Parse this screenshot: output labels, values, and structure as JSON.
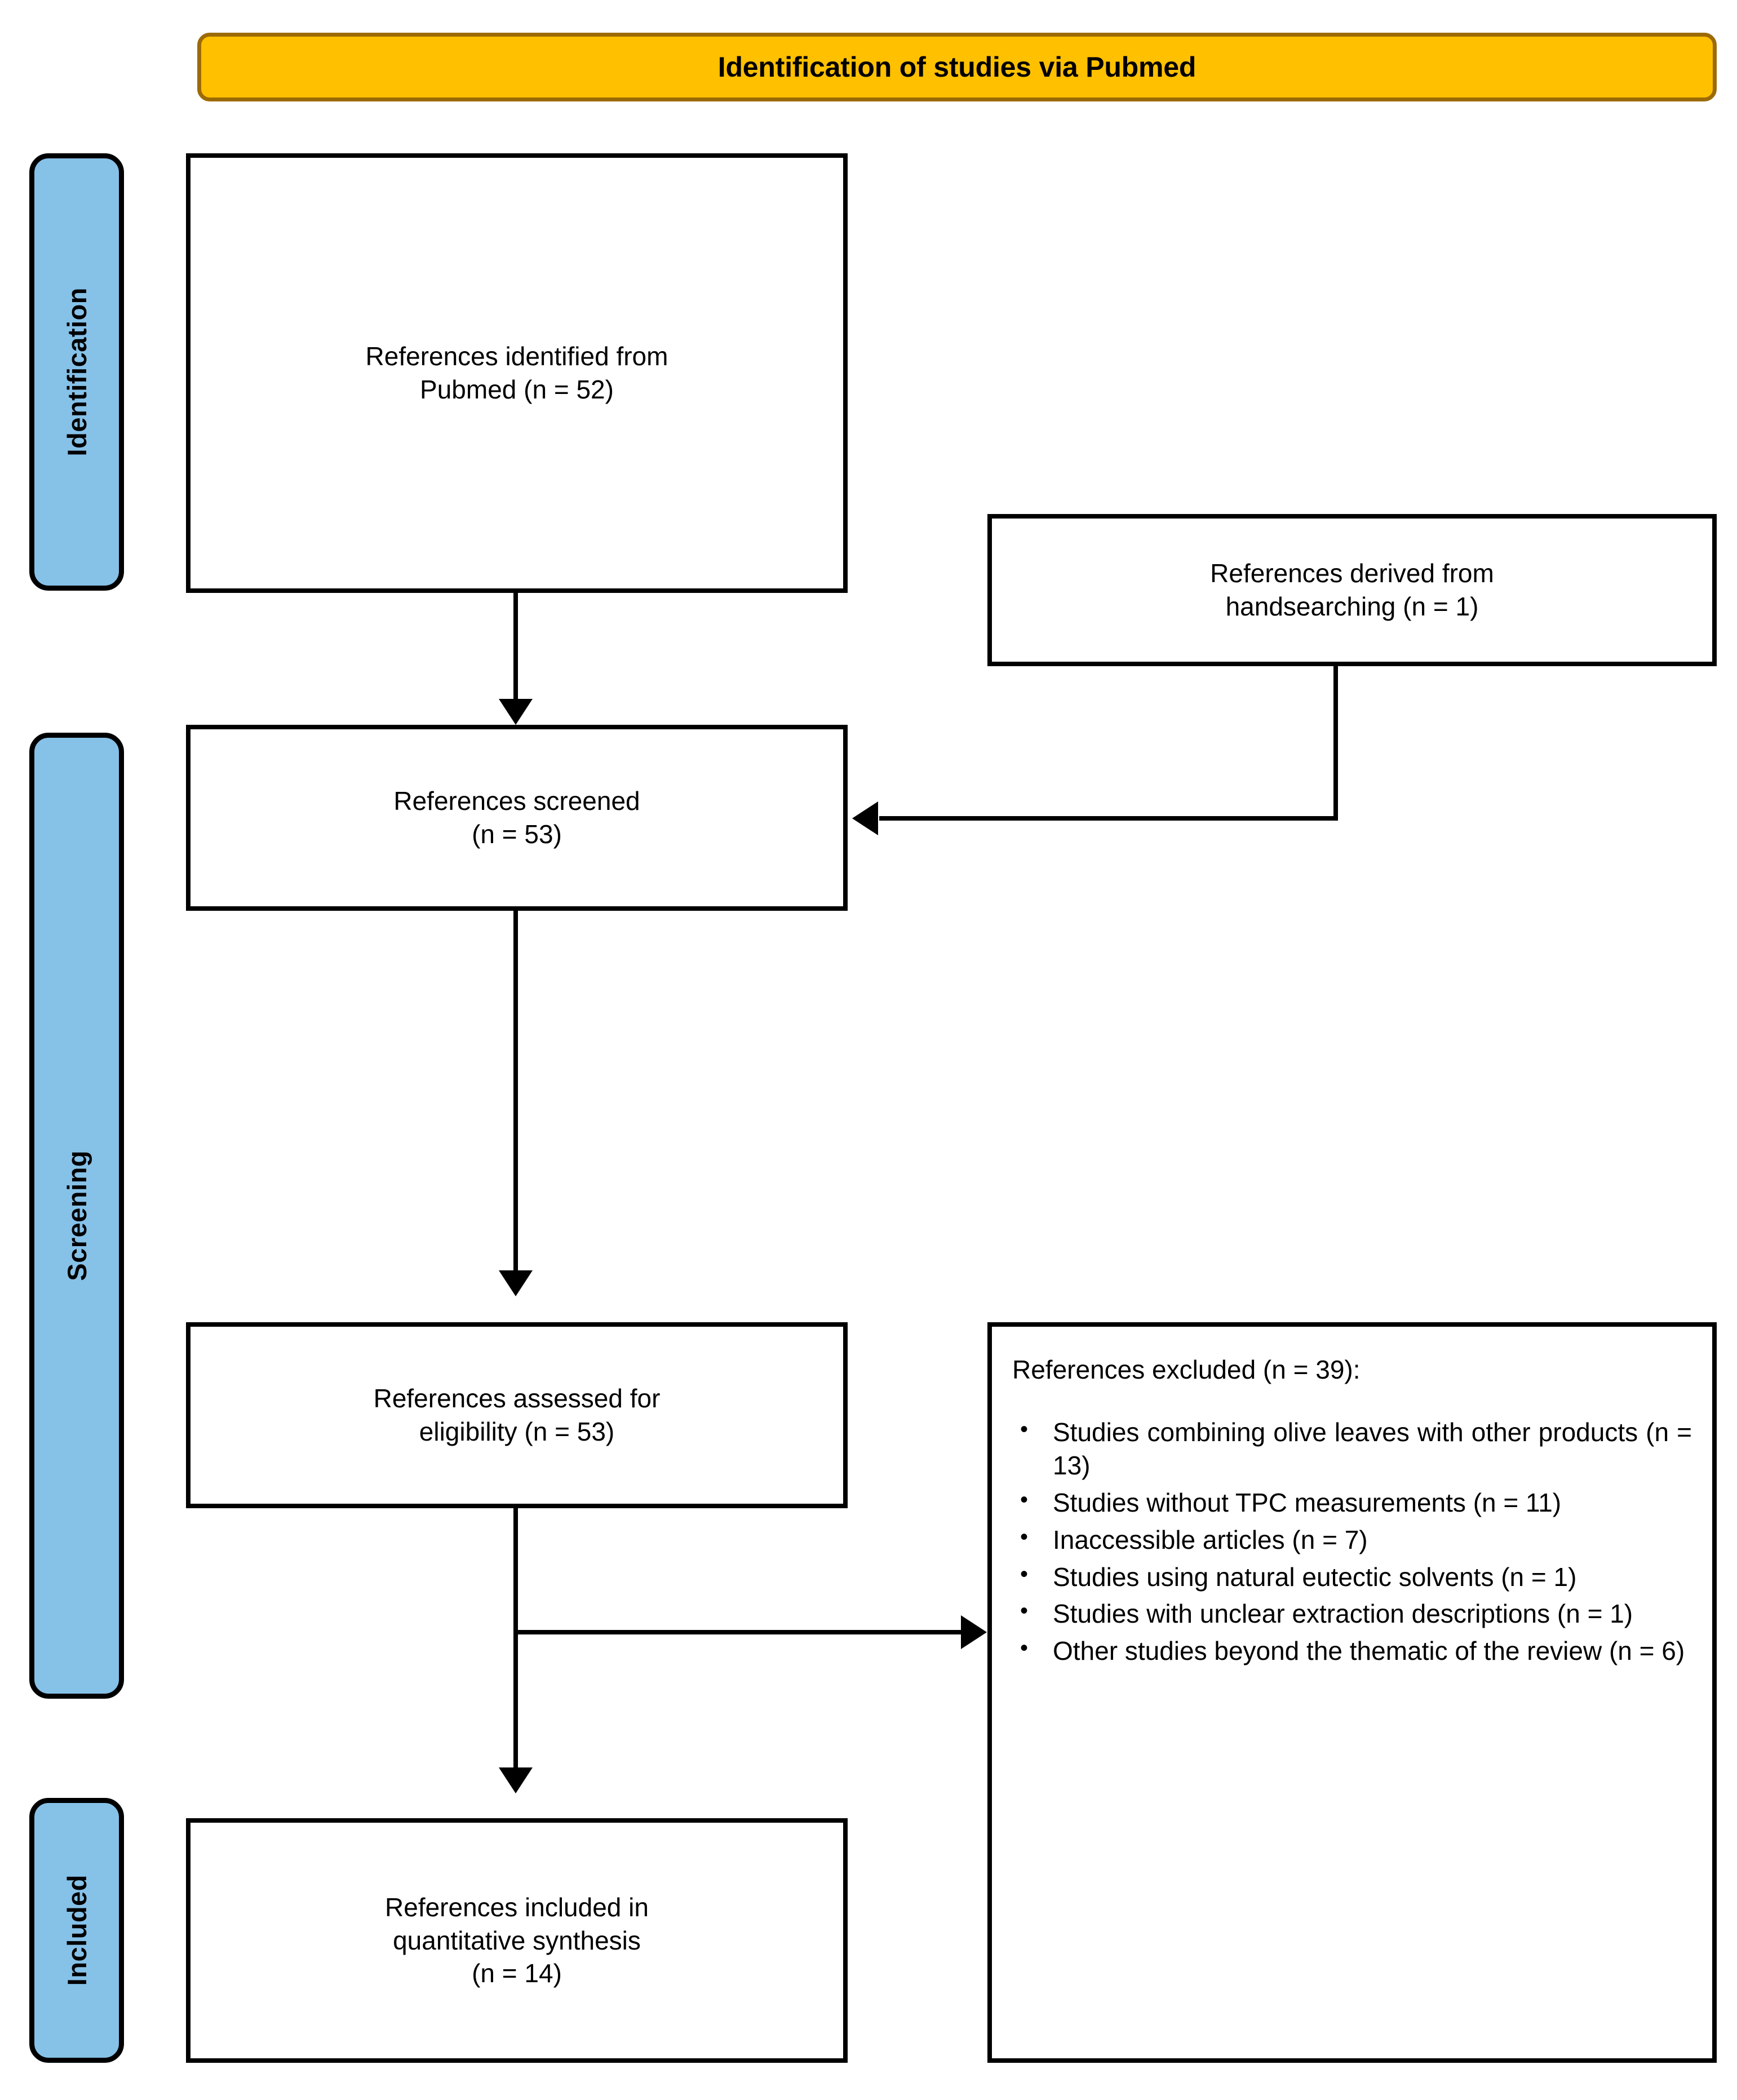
{
  "header": {
    "title": "Identification of studies via Pubmed",
    "fill_color": "#FFC000",
    "border_color": "#9C6A06"
  },
  "stage_labels": [
    {
      "id": "identification",
      "label": "Identification"
    },
    {
      "id": "screening",
      "label": "Screening"
    },
    {
      "id": "included",
      "label": "Included"
    }
  ],
  "stage_label_color": "#86C1E8",
  "boxes": {
    "identified": "References identified from\nPubmed (n = 52)",
    "handsearch": "References derived from\nhandsearching (n = 1)",
    "screened": "References screened\n(n = 53)",
    "eligibility": "References assessed for\neligibility (n = 53)",
    "included": "References included in\nquantitative synthesis\n(n = 14)"
  },
  "excluded": {
    "title": "References excluded (n = 39):",
    "items": [
      "Studies combining olive leaves with other products (n = 13)",
      "Studies without TPC measurements (n = 11)",
      "Inaccessible articles (n = 7)",
      "Studies using natural eutectic solvents (n = 1)",
      "Studies with unclear extraction descriptions (n = 1)",
      "Other studies beyond the thematic of the review (n = 6)"
    ]
  },
  "chart_data": {
    "type": "flowchart",
    "title": "Identification of studies via Pubmed",
    "nodes": [
      {
        "id": "identified",
        "stage": "Identification",
        "label": "References identified from Pubmed",
        "n": 52
      },
      {
        "id": "handsearch",
        "stage": "Identification",
        "label": "References derived from handsearching",
        "n": 1
      },
      {
        "id": "screened",
        "stage": "Screening",
        "label": "References screened",
        "n": 53
      },
      {
        "id": "eligibility",
        "stage": "Screening",
        "label": "References assessed for eligibility",
        "n": 53
      },
      {
        "id": "excluded",
        "stage": "Screening",
        "label": "References excluded",
        "n": 39
      },
      {
        "id": "included",
        "stage": "Included",
        "label": "References included in quantitative synthesis",
        "n": 14
      }
    ],
    "edges": [
      {
        "from": "identified",
        "to": "screened"
      },
      {
        "from": "handsearch",
        "to": "screened"
      },
      {
        "from": "screened",
        "to": "eligibility"
      },
      {
        "from": "eligibility",
        "to": "excluded"
      },
      {
        "from": "eligibility",
        "to": "included"
      }
    ],
    "exclusion_reasons": [
      {
        "reason": "Studies combining olive leaves with other products",
        "n": 13
      },
      {
        "reason": "Studies without TPC measurements",
        "n": 11
      },
      {
        "reason": "Inaccessible articles",
        "n": 7
      },
      {
        "reason": "Studies using natural eutectic solvents",
        "n": 1
      },
      {
        "reason": "Studies with unclear extraction descriptions",
        "n": 1
      },
      {
        "reason": "Other studies beyond the thematic of the review",
        "n": 6
      }
    ]
  }
}
